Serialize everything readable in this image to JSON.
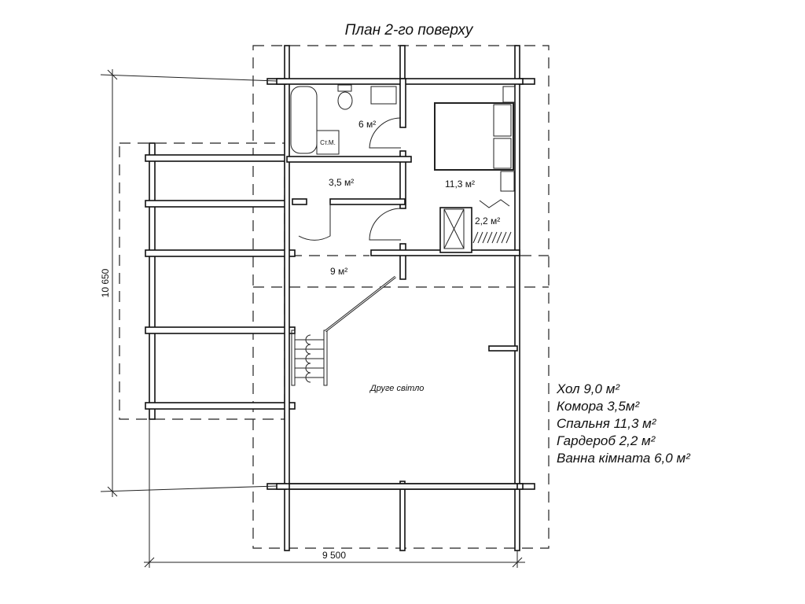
{
  "title": "План 2-го поверху",
  "dimensions": {
    "height": "10 650",
    "width": "9 500"
  },
  "rooms": {
    "bathroom": "6 м²",
    "storage": "3,5 м²",
    "bedroom": "11,3 м²",
    "wardrobe": "2,2 м²",
    "hall": "9 м²",
    "second_light": "Друге світло",
    "washer": "Ст.М."
  },
  "legend": [
    "Хол 9,0 м²",
    "Комора 3,5м²",
    "Спальня 11,3 м²",
    "Гардероб 2,2 м²",
    "Ванна кімната 6,0 м²"
  ]
}
